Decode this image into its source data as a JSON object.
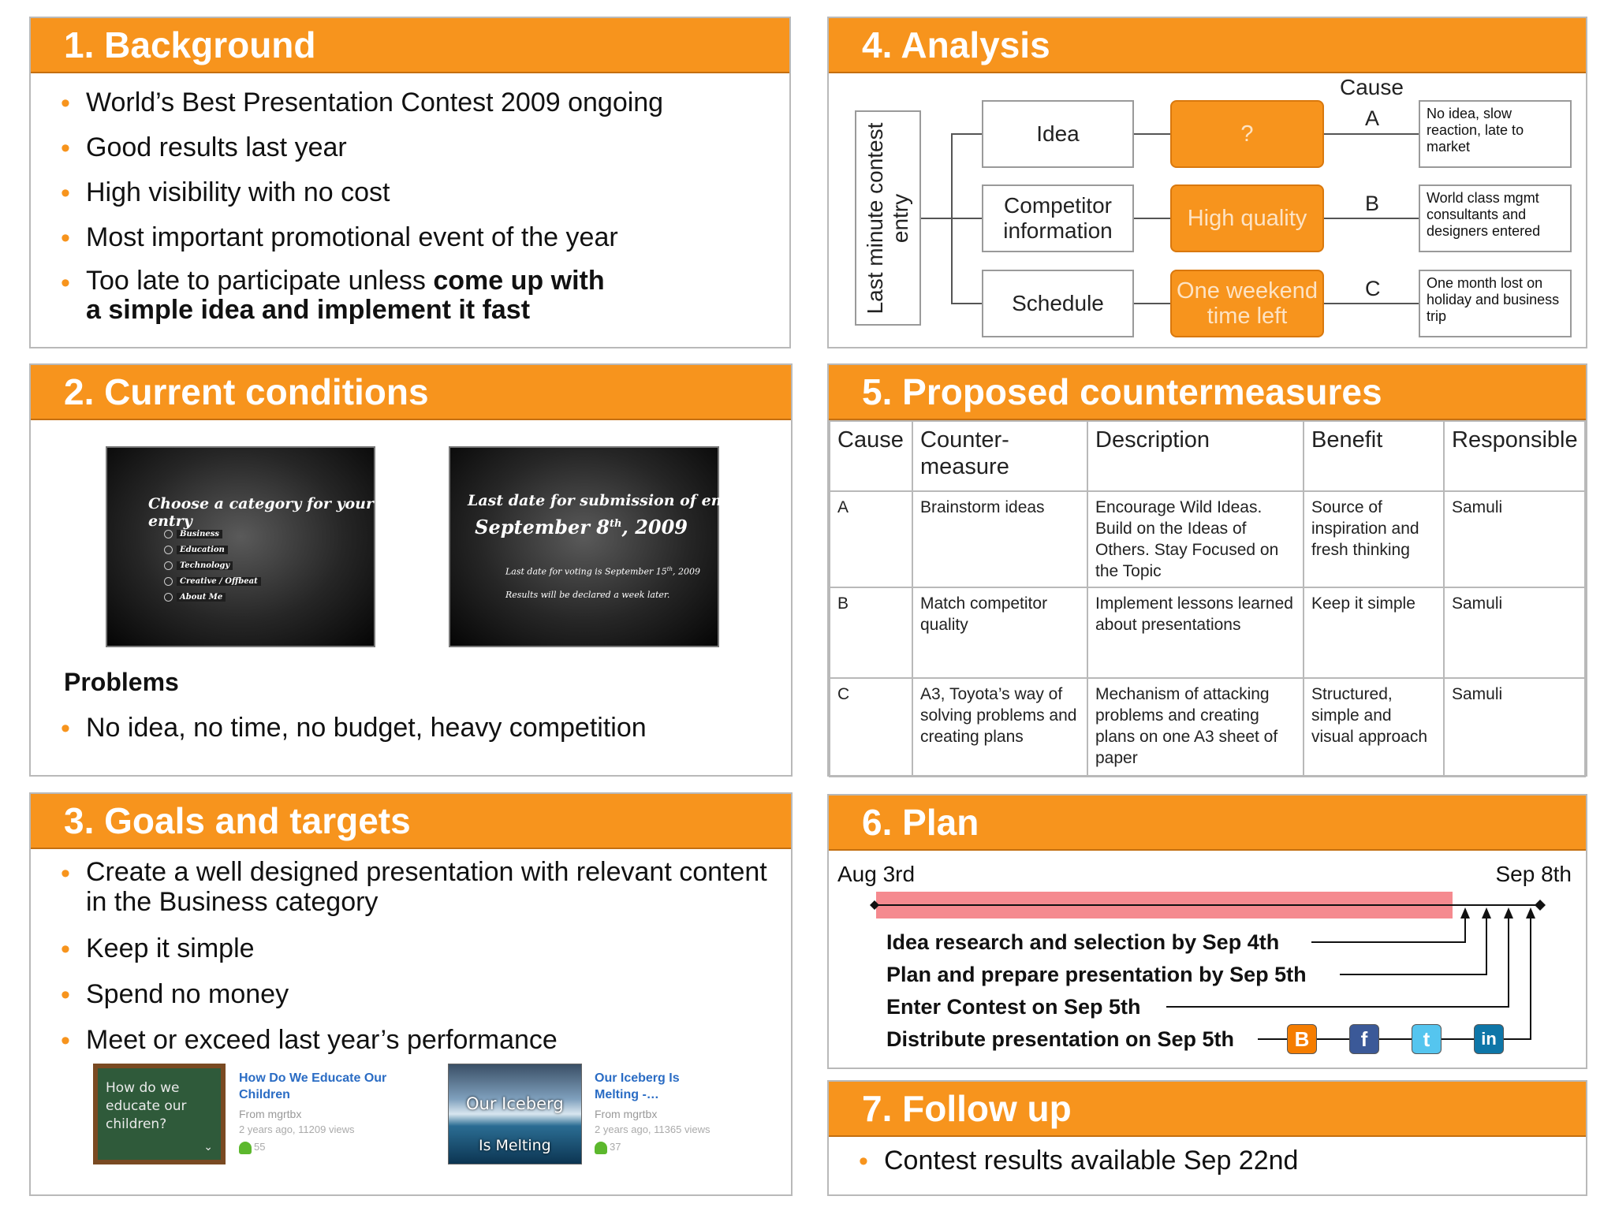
{
  "panels": {
    "background": {
      "title": "1. Background",
      "bullets": [
        {
          "l1": "World’s Best Presentation Contest 2009 ongoing"
        },
        {
          "l1": "Good results last year"
        },
        {
          "l1": "High visibility with no cost"
        },
        {
          "l1": "Most important promotional event of the year"
        },
        {
          "l1a": "Too late to participate unless ",
          "l1b": "come up with",
          "l2": "a simple idea and implement it fast"
        }
      ]
    },
    "current": {
      "title": "2. Current conditions",
      "slide1": {
        "heading": "Choose a category for your entry",
        "options": [
          "Business",
          "Education",
          "Technology",
          "Creative / Offbeat",
          "About Me"
        ]
      },
      "slide2": {
        "l1": "Last date for submission of entries:",
        "l2": "September 8",
        "l2sup": "th",
        "l2end": ", 2009",
        "l3": "Last date for voting is September 15",
        "l3sup": "th",
        "l3end": ", 2009",
        "l4": "Results will be declared a week later."
      },
      "problems_heading": "Problems",
      "problems": [
        "No idea, no time, no budget, heavy competition"
      ]
    },
    "goals": {
      "title": "3. Goals and targets",
      "bullets": [
        {
          "l1": "Create a well designed presentation with relevant content",
          "l2": "in the Business category"
        },
        {
          "l1": "Keep it simple"
        },
        {
          "l1": "Spend no money"
        },
        {
          "l1": "Meet or exceed last year’s performance"
        }
      ],
      "thumbs": [
        {
          "image_text": "How do we educate our children?",
          "title": "How Do We Educate Our Children",
          "from": "From mgrtbx",
          "meta": "2 years ago, 11209 views",
          "likes": "55"
        },
        {
          "image_text_1": "Our Iceberg",
          "image_text_2": "Is Melting",
          "title": "Our Iceberg Is Melting -…",
          "from": "From mgrtbx",
          "meta": "2 years ago, 11365 views",
          "likes": "37"
        }
      ]
    },
    "analysis": {
      "title": "4. Analysis",
      "problem": "Last minute contest entry",
      "cause_header": "Cause",
      "rows": [
        {
          "factor": "Idea",
          "cause": "?",
          "letter": "A",
          "effect": "No idea, slow reaction, late to market"
        },
        {
          "factor": "Competitor information",
          "cause": "High quality",
          "letter": "B",
          "effect": "World class mgmt consultants and designers entered"
        },
        {
          "factor": "Schedule",
          "cause": "One weekend time left",
          "letter": "C",
          "effect": "One month lost on holiday and business trip"
        }
      ]
    },
    "countermeasures": {
      "title": "5. Proposed countermeasures",
      "headers": [
        "Cause",
        "Counter-measure",
        "Description",
        "Benefit",
        "Responsible"
      ],
      "rows": [
        [
          "A",
          "Brainstorm ideas",
          "Encourage Wild Ideas. Build on the Ideas of Others. Stay Focused on the Topic",
          "Source of inspiration and fresh thinking",
          "Samuli"
        ],
        [
          "B",
          "Match competitor quality",
          "Implement lessons learned about presentations",
          "Keep it simple",
          "Samuli"
        ],
        [
          "C",
          "A3, Toyota’s way of solving problems and creating plans",
          "Mechanism of attacking problems and creating plans on one A3 sheet of paper",
          "Structured, simple and visual approach",
          "Samuli"
        ]
      ]
    },
    "plan": {
      "title": "6. Plan",
      "start": "Aug 3rd",
      "end": "Sep 8th",
      "items": [
        "Idea research and selection by Sep 4th",
        "Plan and prepare presentation by Sep 5th",
        "Enter Contest on Sep 5th",
        "Distribute presentation on Sep 5th"
      ],
      "social": [
        {
          "icon": "blogger-icon",
          "glyph": "B",
          "color": "#f57d00"
        },
        {
          "icon": "facebook-icon",
          "glyph": "f",
          "color": "#3b5998"
        },
        {
          "icon": "twitter-icon",
          "glyph": "t",
          "color": "#55c5ef"
        },
        {
          "icon": "linkedin-icon",
          "glyph": "in",
          "color": "#0e76a8"
        }
      ]
    },
    "followup": {
      "title": "7. Follow up",
      "bullets": [
        "Contest results available Sep 22nd"
      ]
    }
  },
  "colors": {
    "accent": "#f7941d",
    "timeline_bar": "#f58a8f"
  }
}
